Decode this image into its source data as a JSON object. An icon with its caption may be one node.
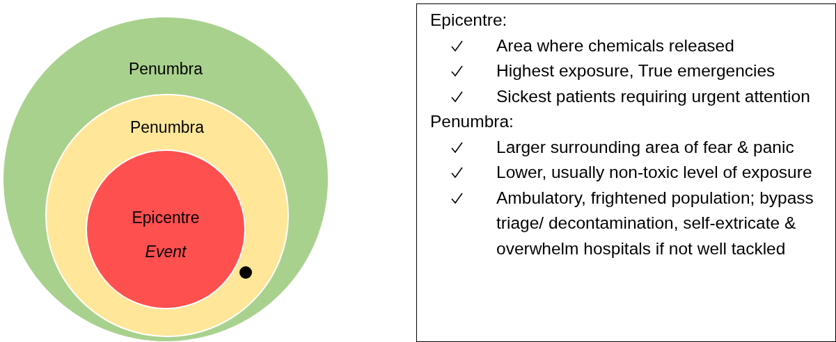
{
  "diagram": {
    "nodes": [
      {
        "text": [
          "Penumbra"
        ]
      },
      {
        "text": [
          "Penumbra"
        ],
        "in": 0
      },
      {
        "text": [
          "Epicentre",
          "Event"
        ],
        "in": 1
      },
      {
        "text": [],
        "shape": "circle",
        "in": 1
      },
      {
        "text": [
          "Epicentre:",
          "Area where chemicals released",
          "Highest exposure, True emergencies",
          "Sickest patients requiring urgent attention",
          "Penumbra:",
          "Larger surrounding area of fear & panic",
          "Lower, usually non-toxic level of exposure",
          "Ambulatory, frightened population; bypass triage/ decontamination, self-extricate & overwhelm hospitals if not well tackled"
        ]
      }
    ],
    "edges": []
  }
}
